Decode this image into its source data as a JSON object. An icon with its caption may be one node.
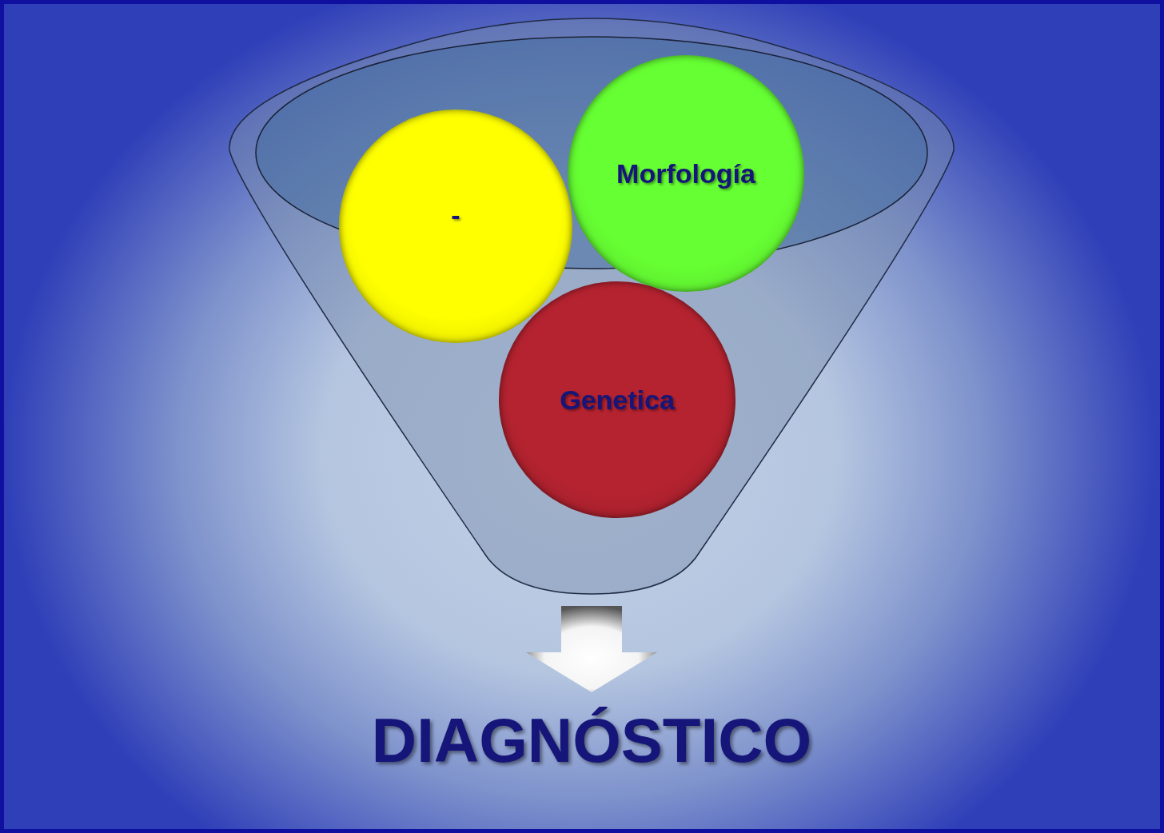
{
  "diagram": {
    "nodes": [
      {
        "text": [],
        "shape": "funnel"
      },
      {
        "text": [
          "-"
        ],
        "in": 0
      },
      {
        "text": [
          "Morfología"
        ],
        "in": 0
      },
      {
        "text": [
          "Genetica"
        ],
        "in": 0
      },
      {
        "text": [
          "DIAGNÓSTICO"
        ]
      }
    ],
    "edges": [
      {
        "from": 0,
        "to": 4,
        "arrow": "to"
      }
    ]
  }
}
